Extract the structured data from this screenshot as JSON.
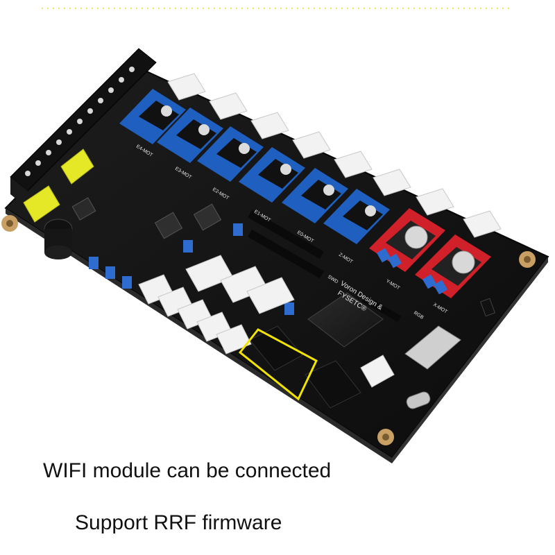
{
  "captions": {
    "wifi": "WIFI module can be connected",
    "firmware": "Support RRF firmware"
  },
  "board_silk": {
    "brand_line_1": "Voron Design &",
    "brand_line_2": "FYSETC®",
    "motor_labels": [
      "E4-MOT",
      "E3-MOT",
      "E2-MOT",
      "E1-MOT",
      "E0-MOT",
      "Z-MOT",
      "Y-MOT",
      "X-MOT"
    ],
    "swd": "SWD",
    "usb_label": "RGB"
  },
  "icons": {
    "highlight_frame": "yellow-outline-frame"
  },
  "colors": {
    "highlight": "#f2e400",
    "board": "#141414",
    "driver_blue": "#1f5fc0",
    "driver_red": "#d0202a",
    "capacitor_yellow": "#e4e826"
  }
}
